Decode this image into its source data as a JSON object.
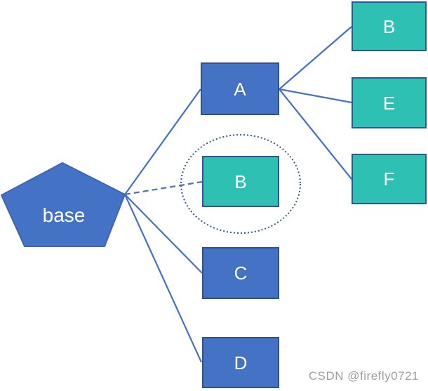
{
  "diagram": {
    "root": {
      "label": "base",
      "shape": "pentagon",
      "fill": "#4472C4"
    },
    "level1": [
      {
        "label": "A",
        "style": "blue"
      },
      {
        "label": "B",
        "style": "teal",
        "annotation": "dotted-ellipse-highlight"
      },
      {
        "label": "C",
        "style": "blue"
      },
      {
        "label": "D",
        "style": "blue"
      }
    ],
    "level2": [
      {
        "label": "B",
        "style": "teal"
      },
      {
        "label": "E",
        "style": "teal"
      },
      {
        "label": "F",
        "style": "teal"
      }
    ],
    "edges": [
      {
        "from": "base",
        "to": "A",
        "style": "solid"
      },
      {
        "from": "base",
        "to": "B-mid",
        "style": "dashed"
      },
      {
        "from": "base",
        "to": "C",
        "style": "solid"
      },
      {
        "from": "base",
        "to": "D",
        "style": "solid"
      },
      {
        "from": "A",
        "to": "B-right",
        "style": "solid"
      },
      {
        "from": "A",
        "to": "E",
        "style": "solid"
      },
      {
        "from": "A",
        "to": "F",
        "style": "solid"
      }
    ]
  },
  "colors": {
    "blue_fill": "#4472C4",
    "blue_border": "#2F528F",
    "teal_fill": "#2EC0B2",
    "teal_border": "#2F5597",
    "connector_line": "#4472C4",
    "highlight_ellipse": "#2F5597",
    "watermark_text": "#9E9E9E"
  },
  "watermark": {
    "text": "CSDN @firefly0721"
  }
}
